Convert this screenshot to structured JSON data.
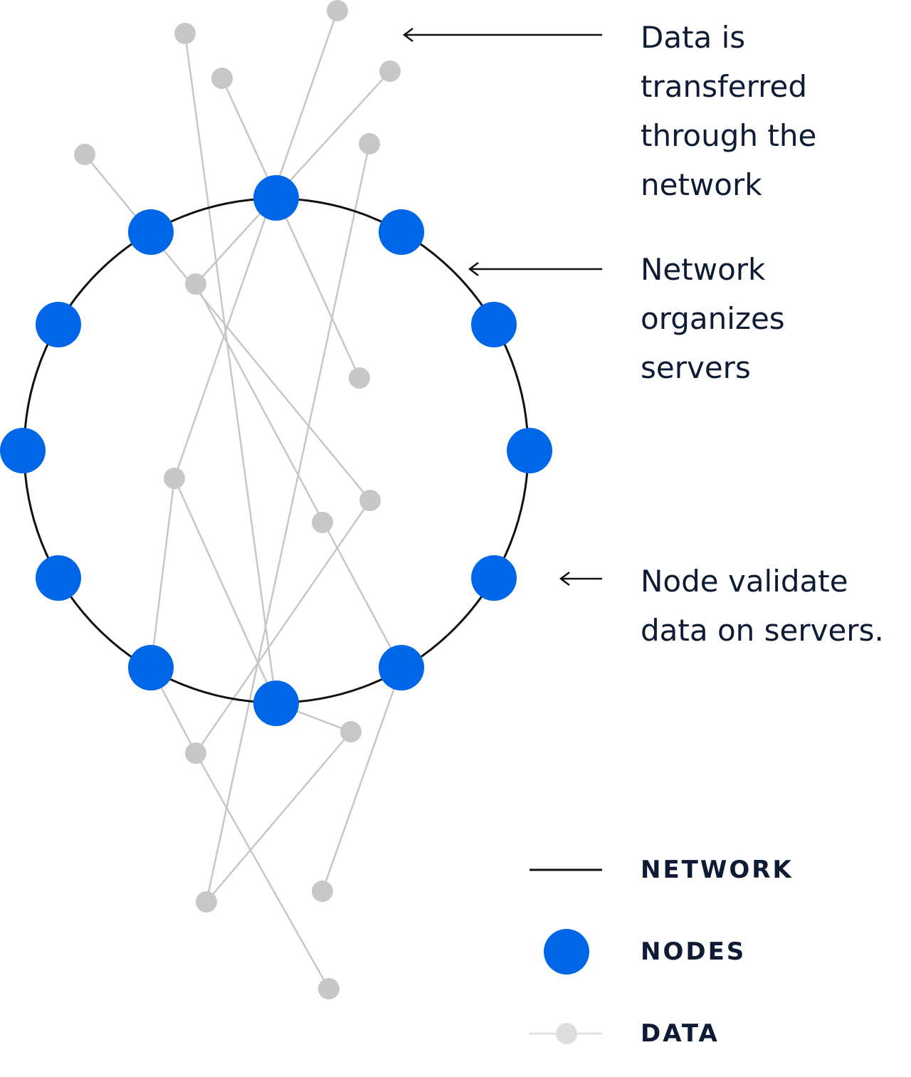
{
  "colors": {
    "network": "#111111",
    "node": "#0066e8",
    "data": "#c7c7c7",
    "data_legend": "#dedede",
    "text": "#0d1b34",
    "arrow": "#111111"
  },
  "callouts": [
    {
      "lines": [
        "Data is",
        "transferred",
        "through the",
        "network"
      ]
    },
    {
      "lines": [
        "Network",
        "organizes",
        "servers"
      ]
    },
    {
      "lines": [
        "Node validate",
        "data on servers."
      ]
    }
  ],
  "legend": {
    "network": "NETWORK",
    "nodes": "NODES",
    "data": "DATA"
  }
}
